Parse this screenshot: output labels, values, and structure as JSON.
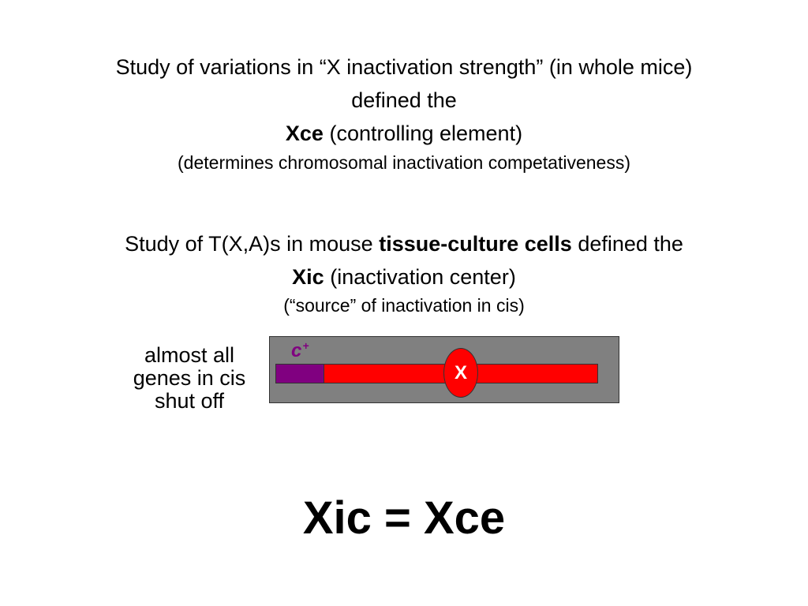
{
  "block1": {
    "line1": "Study of variations in “X inactivation strength” (in whole mice)",
    "line2": "defined the",
    "line3_bold": "Xce",
    "line3_rest": " (controlling element)",
    "line4": "(determines chromosomal inactivation competativeness)"
  },
  "block2": {
    "line1_pre": "Study of T(X,A)s in mouse ",
    "line1_bold": "tissue-culture cells",
    "line1_post": " defined the",
    "line2_bold": "Xic",
    "line2_rest": " (inactivation center)",
    "line3": "(“source” of inactivation in cis)"
  },
  "diagram": {
    "side_label": [
      "almost all",
      "genes in cis",
      "shut off"
    ],
    "c_label": "c",
    "c_superscript": "+",
    "x_label": "X",
    "colors": {
      "panel": "#808080",
      "chromosome": "#ff0000",
      "c_segment": "#800080",
      "c_text": "#800080",
      "x_oval": "#ff0000",
      "x_text": "#ffffff"
    }
  },
  "equation": "Xic = Xce"
}
